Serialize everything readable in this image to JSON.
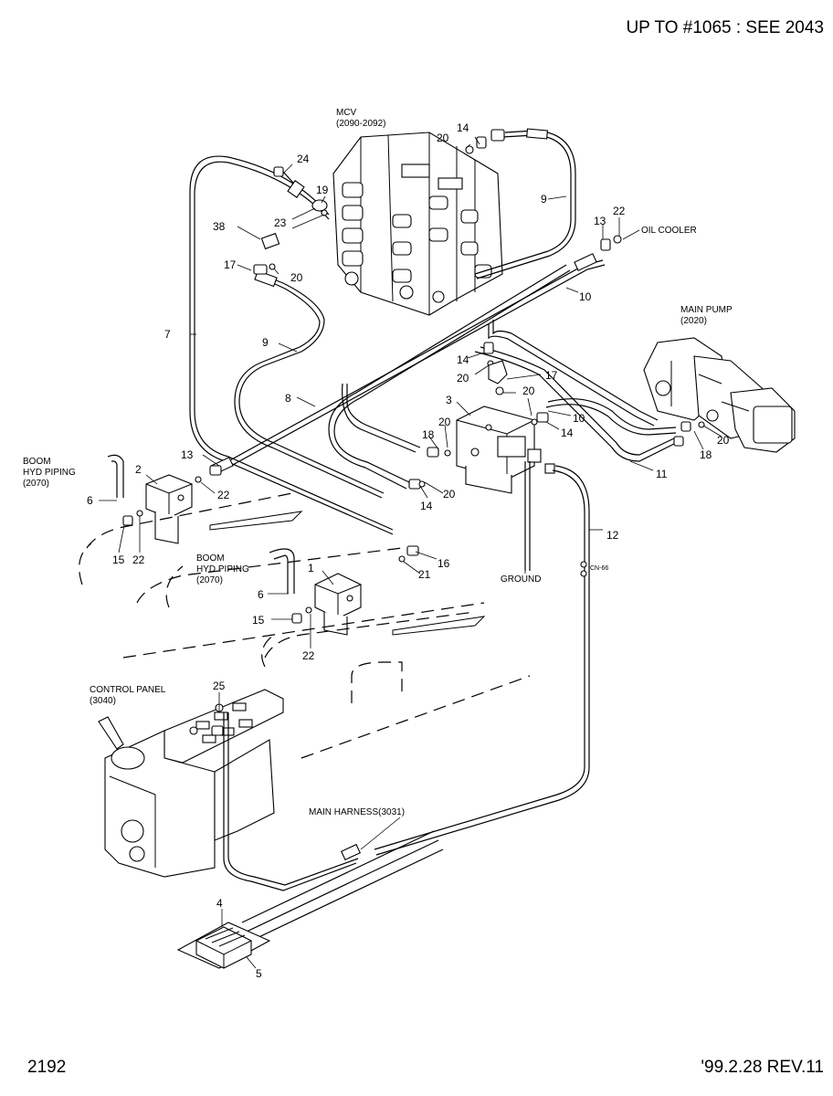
{
  "header": {
    "ref_text": "UP TO #1065 : SEE 2043"
  },
  "footer": {
    "page_number": "2192",
    "revision": "'99.2.28 REV.11"
  },
  "labels": {
    "mcv": "MCV",
    "mcv_ref": "(2090-2092)",
    "oil_cooler": "OIL COOLER",
    "main_pump": "MAIN PUMP",
    "main_pump_ref": "(2020)",
    "boom_hyd_1": "BOOM",
    "boom_hyd_2": "HYD PIPING",
    "boom_hyd_ref": "(2070)",
    "ground": "GROUND",
    "connector": "CN-66",
    "control_panel": "CONTROL PANEL",
    "control_panel_ref": "(3040)",
    "main_harness": "MAIN HARNESS(3031)"
  },
  "callouts": {
    "n1": "1",
    "n2": "2",
    "n3": "3",
    "n4": "4",
    "n5": "5",
    "n6": "6",
    "n7": "7",
    "n8": "8",
    "n9": "9",
    "n10": "10",
    "n11": "11",
    "n12": "12",
    "n13": "13",
    "n14": "14",
    "n15": "15",
    "n16": "16",
    "n17": "17",
    "n18": "18",
    "n19": "19",
    "n20": "20",
    "n21": "21",
    "n22": "22",
    "n23": "23",
    "n24": "24",
    "n25": "25",
    "n38": "38"
  }
}
